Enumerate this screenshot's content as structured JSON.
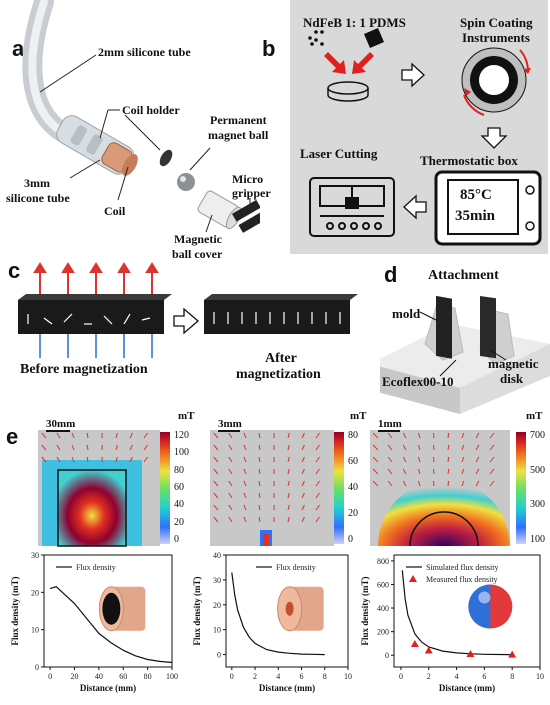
{
  "panel_labels": {
    "a": "a",
    "b": "b",
    "c": "c",
    "d": "d",
    "e": "e"
  },
  "panel_a": {
    "tube_2mm": "2mm silicone tube",
    "coil_holder": "Coil holder",
    "magnet_ball_1": "Permanent",
    "magnet_ball_2": "magnet ball",
    "tube_3mm_1": "3mm",
    "tube_3mm_2": "silicone tube",
    "coil": "Coil",
    "micro_1": "Micro",
    "micro_2": "gripper",
    "cover_1": "Magnetic",
    "cover_2": "ball cover"
  },
  "panel_b": {
    "ndfeb": "NdFeB  1: 1 PDMS",
    "spin_1": "Spin Coating",
    "spin_2": "Instruments",
    "thermo": "Thermostatic box",
    "laser": "Laser Cutting",
    "temp": "85°C",
    "time": "35min"
  },
  "panel_c": {
    "before": "Before magnetization",
    "after_1": "After",
    "after_2": "magnetization"
  },
  "panel_d": {
    "attachment": "Attachment",
    "mold": "mold",
    "ecoflex": "Ecoflex00-10",
    "magnetic_1": "magnetic",
    "magnetic_2": "disk"
  },
  "fields": [
    {
      "scale": "30mm",
      "unit": "mT",
      "ticks": [
        "120",
        "100",
        "80",
        "60",
        "40",
        "20",
        "0"
      ]
    },
    {
      "scale": "3mm",
      "unit": "mT",
      "ticks": [
        "80",
        "60",
        "40",
        "20",
        "0"
      ]
    },
    {
      "scale": "1mm",
      "unit": "mT",
      "ticks": [
        "700",
        "500",
        "300",
        "100"
      ]
    }
  ],
  "chart_data": [
    {
      "type": "line",
      "xlabel": "Distance (mm)",
      "ylabel": "Flux density (mT)",
      "xlim": [
        -5,
        100
      ],
      "ylim": [
        0,
        30
      ],
      "xticks": [
        "0",
        "20",
        "40",
        "60",
        "80",
        "100"
      ],
      "yticks": [
        "0",
        "10",
        "20",
        "30"
      ],
      "series": [
        {
          "name": "Flux density",
          "x": [
            0,
            5,
            10,
            20,
            30,
            40,
            50,
            60,
            70,
            80,
            90,
            100
          ],
          "y": [
            21,
            21.5,
            20,
            17,
            13,
            9,
            6.5,
            4.5,
            3,
            2,
            1.5,
            1.2
          ]
        }
      ]
    },
    {
      "type": "line",
      "xlabel": "Distance (mm)",
      "ylabel": "Flux density (mT)",
      "xlim": [
        -0.5,
        10
      ],
      "ylim": [
        -5,
        40
      ],
      "xticks": [
        "0",
        "2",
        "4",
        "6",
        "8",
        "10"
      ],
      "yticks": [
        "0",
        "10",
        "20",
        "30",
        "40"
      ],
      "series": [
        {
          "name": "Flux density",
          "x": [
            0,
            0.25,
            0.5,
            1,
            1.5,
            2,
            3,
            4,
            5,
            6,
            7,
            8
          ],
          "y": [
            33,
            24,
            18,
            11,
            7,
            4.5,
            2,
            1,
            0.5,
            0.2,
            0.1,
            0
          ]
        }
      ]
    },
    {
      "type": "line",
      "xlabel": "Distance (mm)",
      "ylabel": "Flux density (mT)",
      "xlim": [
        -0.5,
        10
      ],
      "ylim": [
        -100,
        850
      ],
      "xticks": [
        "0",
        "2",
        "4",
        "6",
        "8",
        "10"
      ],
      "yticks": [
        "0",
        "200",
        "400",
        "600",
        "800"
      ],
      "series": [
        {
          "name": "Simulated flux density",
          "x": [
            0.1,
            0.3,
            0.5,
            1,
            1.5,
            2,
            3,
            4,
            5,
            6,
            8
          ],
          "y": [
            720,
            480,
            340,
            180,
            110,
            70,
            35,
            20,
            12,
            8,
            4
          ]
        },
        {
          "name": "Measured flux density",
          "x": [
            1,
            2,
            5,
            8
          ],
          "y": [
            95,
            40,
            10,
            5
          ]
        }
      ]
    }
  ]
}
